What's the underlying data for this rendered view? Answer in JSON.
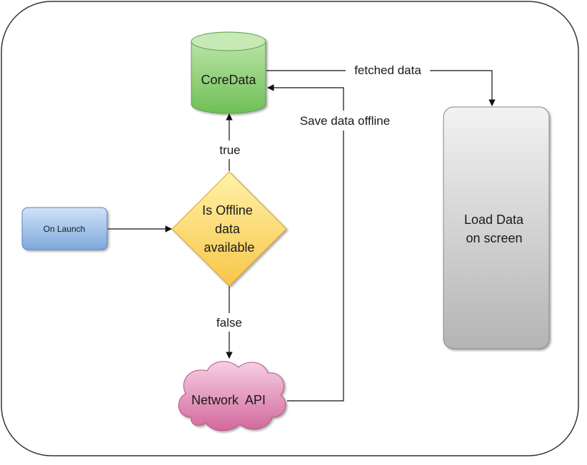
{
  "nodes": {
    "coredata": {
      "label": "CoreData"
    },
    "on_launch": {
      "label": "On Launch"
    },
    "decision": {
      "lines": [
        "Is Offline",
        "data",
        "available"
      ]
    },
    "network_api": {
      "label": "Network  API"
    },
    "load_data": {
      "lines": [
        "Load Data",
        "on screen"
      ]
    }
  },
  "edges": {
    "fetched_data": {
      "label": "fetched data"
    },
    "save_offline": {
      "label": "Save data offline"
    },
    "true_edge": {
      "label": "true"
    },
    "false_edge": {
      "label": "false"
    }
  },
  "colors": {
    "coredata_top": "#b9e3a6",
    "coredata_bottom": "#6fbf55",
    "on_launch_top": "#cfe2f7",
    "on_launch_bottom": "#7fa8dc",
    "decision_top": "#fff2a8",
    "decision_bottom": "#f7c64a",
    "network_top": "#f6cfe3",
    "network_bottom": "#d2689c",
    "load_top": "#f2f2f2",
    "load_bottom": "#b4b4b4"
  }
}
